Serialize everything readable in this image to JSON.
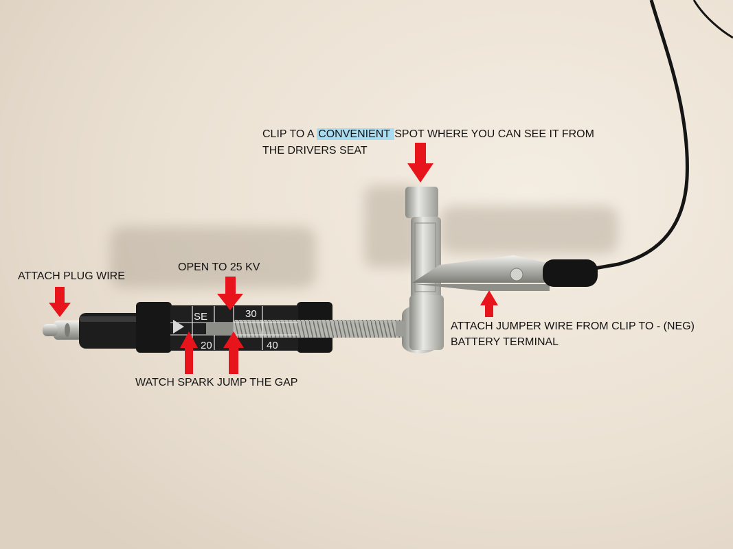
{
  "labels": {
    "attach_plug": "ATTACH PLUG WIRE",
    "open_to": "OPEN TO 25 KV",
    "watch_spark": "WATCH SPARK JUMP THE GAP",
    "clip_line1_pre": "CLIP TO A ",
    "clip_line1_highlight": "CONVENIENT ",
    "clip_line1_post": "SPOT WHERE YOU CAN SEE IT FROM",
    "clip_line2": "THE DRIVERS SEAT",
    "jumper_line1": "ATTACH JUMPER WIRE FROM CLIP TO - (NEG)",
    "jumper_line2": "BATTERY TERMINAL"
  },
  "tester_scale": {
    "mark_se": "SE",
    "mark_20": "20",
    "mark_30": "30",
    "mark_40": "40"
  },
  "colors": {
    "background": "#ece3d6",
    "arrow": "#e8141c",
    "highlight": "#a9dcf0",
    "tester_body": "#161616",
    "metal": "#c9c9c4"
  },
  "icons": {
    "arrow": "arrow-icon"
  }
}
